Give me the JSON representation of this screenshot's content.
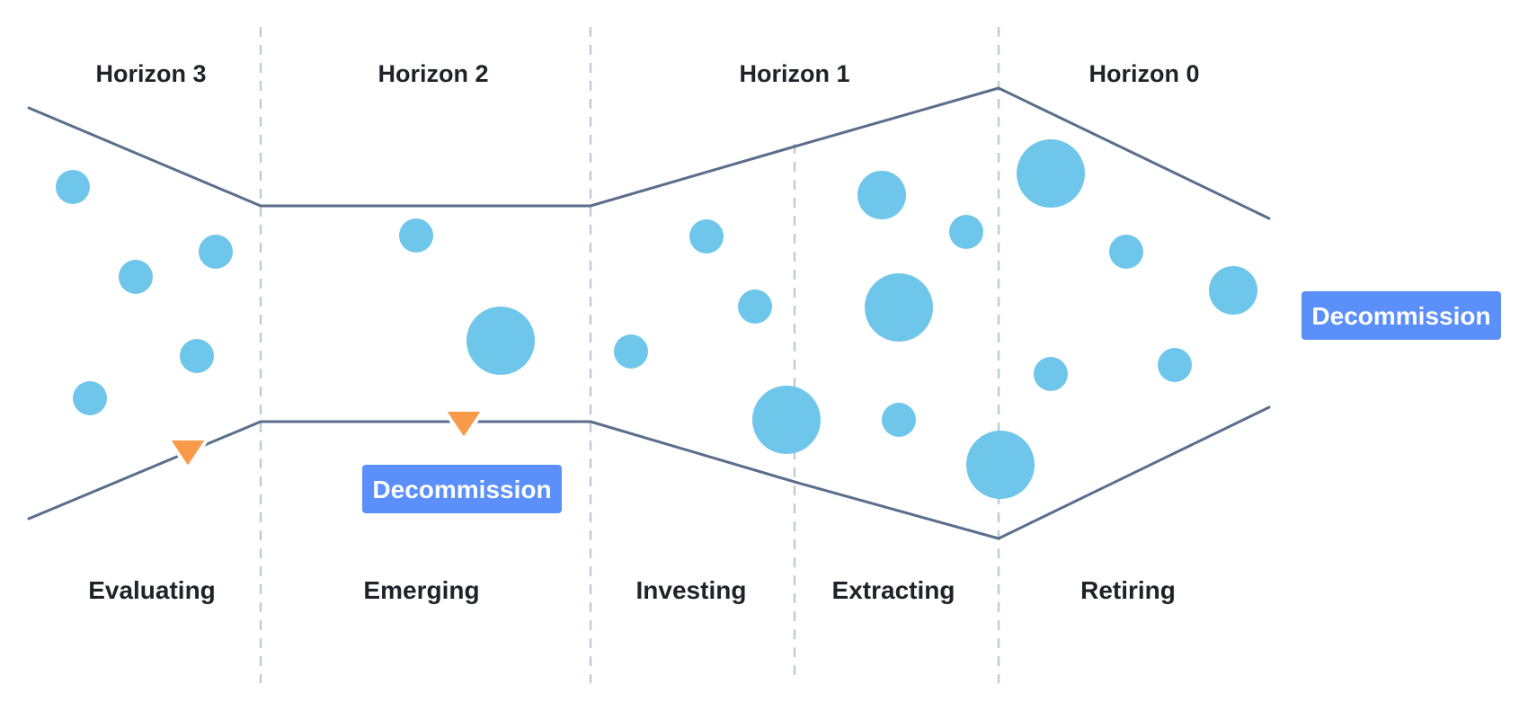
{
  "colors": {
    "boundary_line": "#5a6e8c",
    "divider": "#c6ccd6",
    "bubble": "#6ec6ea",
    "triangle": "#f89a48",
    "badge": "#5b8ff9",
    "badge_text": "#ffffff",
    "label_text": "#1f2329"
  },
  "horizons": [
    {
      "label": "Horizon 3"
    },
    {
      "label": "Horizon 2"
    },
    {
      "label": "Horizon 1"
    },
    {
      "label": "Horizon 0"
    }
  ],
  "stages": [
    {
      "label": "Evaluating"
    },
    {
      "label": "Emerging"
    },
    {
      "label": "Investing"
    },
    {
      "label": "Extracting"
    },
    {
      "label": "Retiring"
    }
  ],
  "badges": [
    {
      "label": "Decommission"
    },
    {
      "label": "Decommission"
    }
  ],
  "icons": {
    "bubble": "circle-icon",
    "marker": "triangle-down-icon"
  }
}
